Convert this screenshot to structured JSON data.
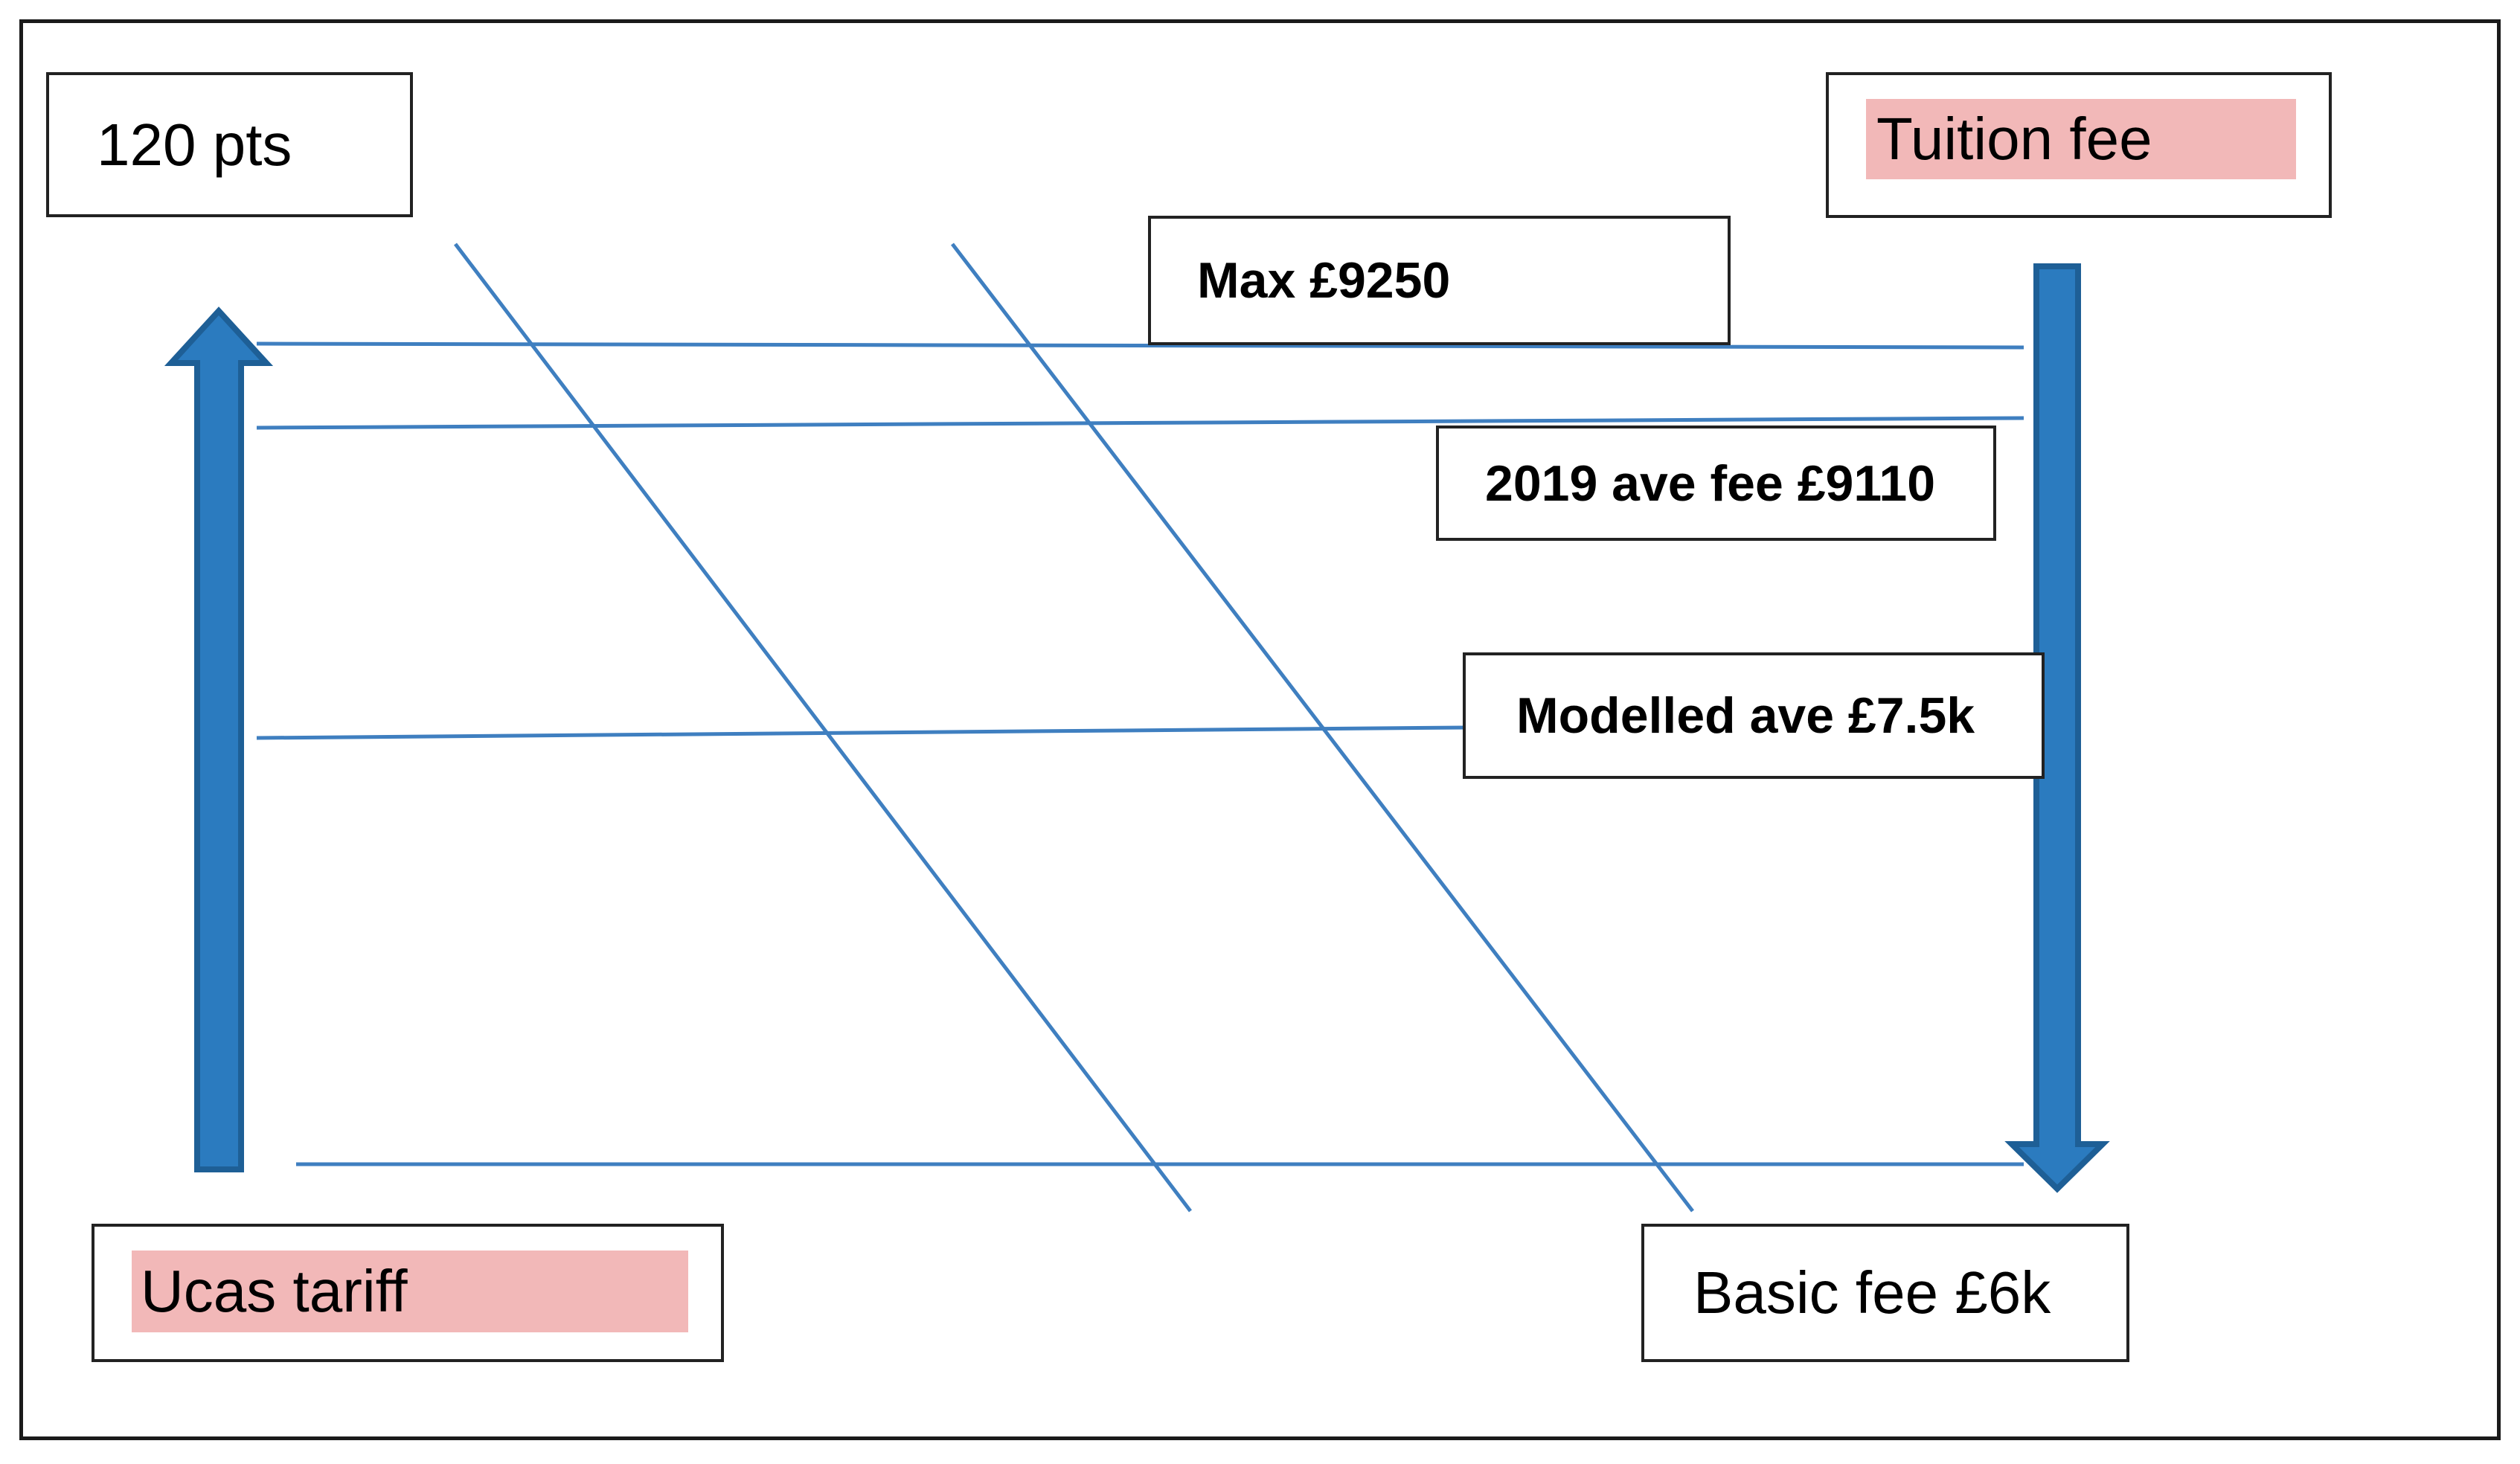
{
  "labels": {
    "top_left": "120 pts",
    "top_right": "Tuition fee",
    "max_fee": "Max £9250",
    "ave_fee_2019": "2019 ave fee £9110",
    "modelled_ave": "Modelled ave £7.5k",
    "bottom_left": "Ucas tariff",
    "bottom_right": "Basic fee £6k"
  },
  "colors": {
    "arrow_fill": "#2b7bbf",
    "arrow_edge": "#1e5f96",
    "line": "#3f7fc0",
    "highlight": "#f2b8b8",
    "border": "#222222"
  },
  "icons": {
    "left_arrow": "up-arrow",
    "right_arrow": "down-arrow"
  }
}
